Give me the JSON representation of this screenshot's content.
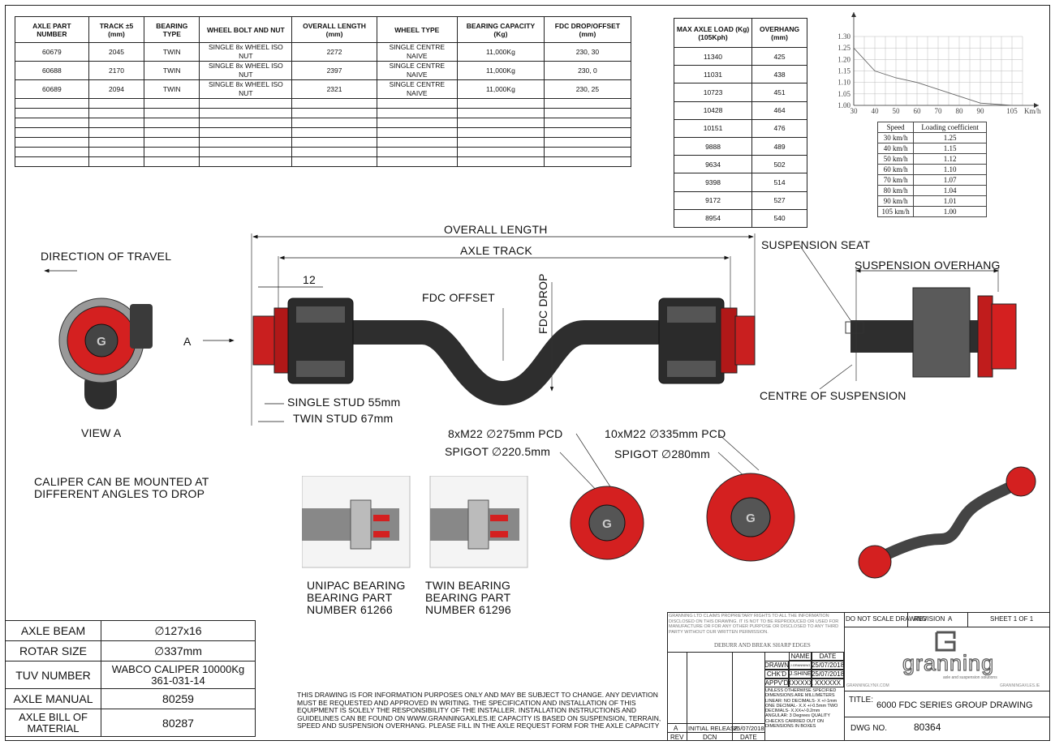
{
  "part_table": {
    "headers": [
      "AXLE PART NUMBER",
      "TRACK ±5 (mm)",
      "BEARING TYPE",
      "WHEEL BOLT AND NUT",
      "OVERALL LENGTH (mm)",
      "WHEEL TYPE",
      "BEARING CAPACITY (Kg)",
      "FDC DROP/OFFSET (mm)"
    ],
    "rows": [
      [
        "60679",
        "2045",
        "TWIN",
        "SINGLE 8x WHEEL ISO NUT",
        "2272",
        "SINGLE CENTRE NAIVE",
        "11,000Kg",
        "230, 30"
      ],
      [
        "60688",
        "2170",
        "TWIN",
        "SINGLE 8x WHEEL ISO NUT",
        "2397",
        "SINGLE CENTRE NAIVE",
        "11,000Kg",
        "230, 0"
      ],
      [
        "60689",
        "2094",
        "TWIN",
        "SINGLE 8x WHEEL ISO NUT",
        "2321",
        "SINGLE CENTRE NAIVE",
        "11,000Kg",
        "230, 25"
      ]
    ]
  },
  "load_table": {
    "headers": [
      "MAX AXLE LOAD (Kg) (105Kph)",
      "OVERHANG (mm)"
    ],
    "rows": [
      [
        "11340",
        "425"
      ],
      [
        "11031",
        "438"
      ],
      [
        "10723",
        "451"
      ],
      [
        "10428",
        "464"
      ],
      [
        "10151",
        "476"
      ],
      [
        "9888",
        "489"
      ],
      [
        "9634",
        "502"
      ],
      [
        "9398",
        "514"
      ],
      [
        "9172",
        "527"
      ],
      [
        "8954",
        "540"
      ]
    ]
  },
  "chart_data": {
    "type": "line",
    "title": "",
    "xlabel": "",
    "x_unit_label": "Km/h",
    "x_ticks": [
      "30",
      "40",
      "50",
      "60",
      "70",
      "80",
      "90",
      "105"
    ],
    "y_ticks": [
      "1.00",
      "1.05",
      "1.10",
      "1.15",
      "1.20",
      "1.25",
      "1.30"
    ],
    "xlim": [
      30,
      110
    ],
    "ylim": [
      1.0,
      1.3
    ],
    "grid": true,
    "series": [
      {
        "x": [
          30,
          40,
          50,
          60,
          70,
          80,
          90,
          105
        ],
        "y": [
          1.25,
          1.15,
          1.12,
          1.1,
          1.07,
          1.04,
          1.01,
          1.0
        ]
      }
    ]
  },
  "speed_table": {
    "headers": [
      "Speed",
      "Loading coefficient"
    ],
    "rows": [
      [
        "30 km/h",
        "1.25"
      ],
      [
        "40 km/h",
        "1.15"
      ],
      [
        "50 km/h",
        "1.12"
      ],
      [
        "60 km/h",
        "1.10"
      ],
      [
        "70 km/h",
        "1.07"
      ],
      [
        "80 km/h",
        "1.04"
      ],
      [
        "90 km/h",
        "1.01"
      ],
      [
        "105 km/h",
        "1.00"
      ]
    ]
  },
  "labels": {
    "overall_length": "OVERALL LENGTH",
    "axle_track": "AXLE TRACK",
    "dim_12": "12",
    "fdc_offset": "FDC OFFSET",
    "fdc_drop": "FDC DROP",
    "direction": "DIRECTION OF TRAVEL",
    "view_a": "VIEW A",
    "a_marker": "A",
    "single_stud": "SINGLE STUD 55mm",
    "twin_stud": "TWIN STUD 67mm",
    "suspension_seat": "SUSPENSION SEAT",
    "suspension_overhang": "SUSPENSION OVERHANG",
    "centre_of_suspension": "CENTRE OF SUSPENSION",
    "hub8_line1": "8xM22 ∅275mm PCD",
    "hub8_line2": "SPIGOT ∅220.5mm",
    "hub10_line1": "10xM22 ∅335mm PCD",
    "hub10_line2": "SPIGOT ∅280mm",
    "caliper_line1": "CALIPER CAN BE MOUNTED AT",
    "caliper_line2": "DIFFERENT ANGLES TO DROP",
    "unipac_1": "UNIPAC BEARING",
    "unipac_2": "BEARING PART",
    "unipac_3": "NUMBER 61266",
    "twin_1": "TWIN BEARING",
    "twin_2": "BEARING PART",
    "twin_3": "NUMBER 61296"
  },
  "spec_table": [
    {
      "label": "AXLE BEAM",
      "value": "∅127x16"
    },
    {
      "label": "ROTAR SIZE",
      "value": "∅337mm"
    },
    {
      "label": "TUV NUMBER",
      "value": "WABCO CALIPER 10000Kg 361-031-14"
    },
    {
      "label": "AXLE MANUAL",
      "value": "80259"
    },
    {
      "label": "AXLE BILL OF MATERIAL",
      "value": "80287"
    }
  ],
  "disclaimer": "THIS DRAWING IS FOR INFORMATION PURPOSES ONLY AND MAY BE SUBJECT TO CHANGE. ANY DEVIATION MUST BE REQUESTED AND APPROVED IN WRITING. THE SPECIFICATION AND INSTALLATION OF THIS EQUIPMENT IS SOLELY THE RESPONSIBILITY OF THE INSTALLER. INSTALLATION INSTRUCTIONS AND GUIDELINES CAN BE FOUND ON WWW.GRANNINGAXLES.IE CAPACITY IS BASED ON SUSPENSION, TERRAIN, SPEED AND SUSPENSION OVERHANG. PLEASE FILL IN THE AXLE REQUEST FORM FOR THE AXLE CAPACITY",
  "title_block": {
    "proprietary": "GRANNING LTD CLAIMS PROPRIETARY RIGHTS TO ALL THE INFORMATION DISCLOSED ON THIS DRAWING. IT IS NOT TO BE REPRODUCED OR USED FOR MANUFACTURE OR FOR ANY OTHER PURPOSE OR DISCLOSED TO ANY THIRD PARTY WITHOUT OUR WRITTEN PERMISSION.",
    "deburr": "DEBURR AND BREAK SHARP EDGES",
    "name_hdr": "NAME",
    "date_hdr": "DATE",
    "drawn": "DRAWN",
    "drawn_name": "J.GRANNING",
    "drawn_date": "25/07/2018",
    "chkd": "CHK'D",
    "chkd_name": "J.SHINE",
    "chkd_date": "25/07/2018",
    "appvd": "APPV'D",
    "appvd_name": "XXXXXX",
    "appvd_date": "XXXXXX",
    "tolerances": "UNLESS OTHERWISE SPECIFIED DIMENSIONS ARE MILLIMETERS LINEAR: NO DECIMALS- X +/-1mm ONE DECIMAL- X.X +/-0.5mm TWO DECIMALS- X.XX+/-0.2mm ANGULAR: 3 Degrees QUALITY CHECKS CARRIED OUT ON DIMENSIONS IN BOXES",
    "rev_a": "A",
    "initial_release": "INITIAL RELEASE",
    "release_date": "25/07/2018",
    "rev": "REV",
    "dcn": "DCN",
    "date": "DATE",
    "do_not_scale": "DO NOT SCALE DRAWING",
    "revision_label": "REVISION",
    "revision": "A",
    "sheet": "SHEET 1 OF 1",
    "brand": "granning",
    "tagline": "axle and suspension solutions",
    "site_left": "GRANNINGLYNX.COM",
    "site_right": "GRANNINGAXLES.IE",
    "title_label": "TITLE:",
    "title": "6000 FDC SERIES GROUP DRAWING",
    "dwg_label": "DWG NO.",
    "dwg_no": "80364"
  },
  "colors": {
    "hub_red": "#d42020",
    "axle_dark": "#2e2e2e",
    "caliper": "#3a3a3a"
  }
}
